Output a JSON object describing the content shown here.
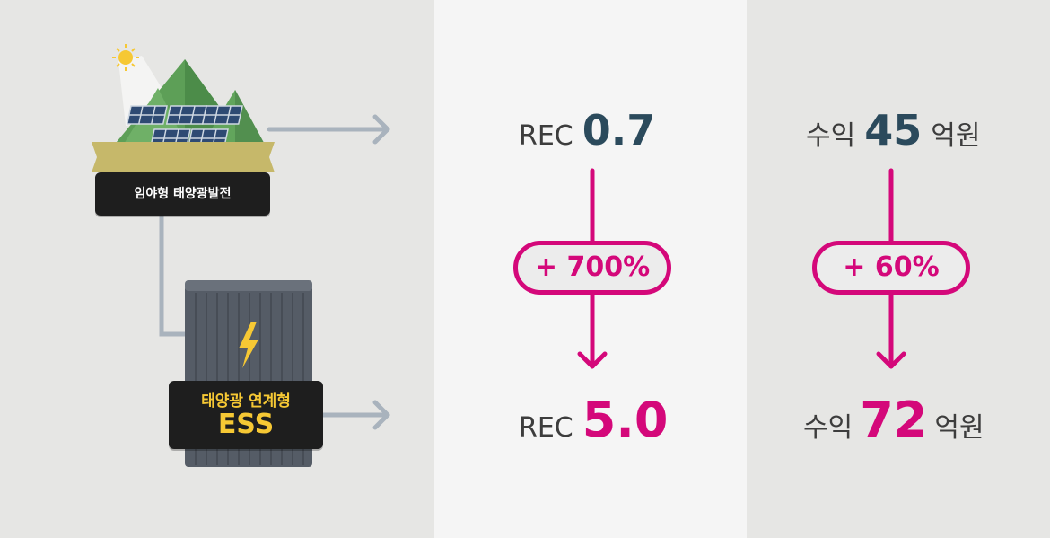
{
  "solar_label": "임야형 태양광발전",
  "ess_label": {
    "line1": "태양광 연계형",
    "line2": "ESS"
  },
  "rec": {
    "label": "REC",
    "before": "0.7",
    "change": "+ 700%",
    "after": "5.0"
  },
  "revenue": {
    "label": "수익",
    "unit": "억원",
    "before": "45",
    "change": "+ 60%",
    "after": "72"
  },
  "colors": {
    "accent": "#d4087a",
    "navy": "#2b4a5c",
    "arrow_gray": "#a9b3bd"
  },
  "icons": [
    "sun-icon",
    "solar-panel-icon",
    "mountain-icon",
    "ess-container-icon",
    "lightning-icon",
    "arrow-right-icon",
    "arrow-down-icon"
  ]
}
